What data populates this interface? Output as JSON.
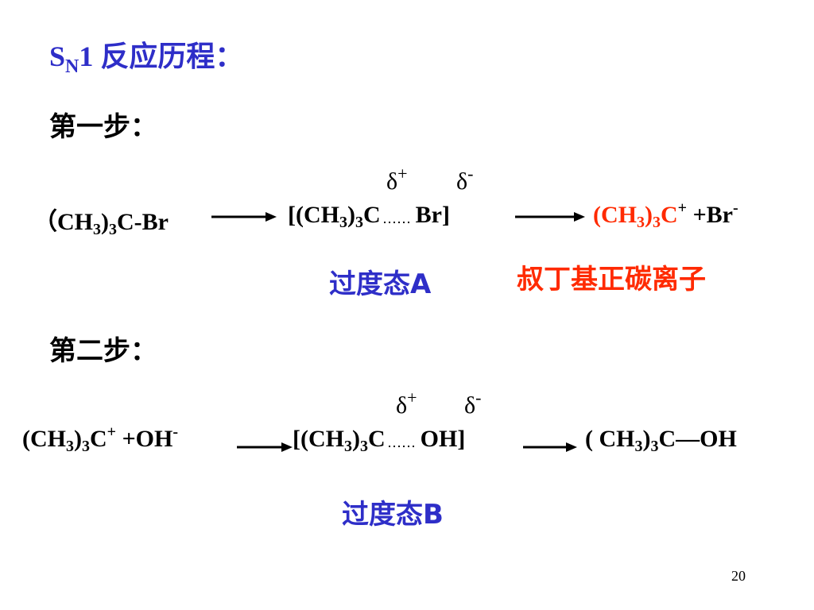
{
  "title": {
    "s": "S",
    "n": "N",
    "rest": "1 反应历程："
  },
  "step1": {
    "label": "第一步：",
    "delta_plus": "δ",
    "delta_minus": "δ",
    "plus_sign": "+",
    "minus_sign": "-",
    "reactant": {
      "paren_open": "（CH",
      "sub3a": "3",
      "close": ")",
      "sub3b": "3",
      "tail": "C-Br"
    },
    "transition": {
      "open": "[(CH",
      "sub3a": "3",
      "close": ")",
      "sub3b": "3",
      "c": "C",
      "br": "Br]"
    },
    "product": {
      "open": "(CH",
      "sub3a": "3",
      "close": ")",
      "sub3b": "3",
      "c": "C",
      "plus": "+",
      "br": " +Br",
      "minus": "-"
    },
    "ts_label": "过度态A",
    "carbocation_label": "叔丁基正碳离子"
  },
  "step2": {
    "label": "第二步：",
    "delta_plus": "δ",
    "delta_minus": "δ",
    "plus_sign": "+",
    "minus_sign": "-",
    "reactant": {
      "open": "(CH",
      "sub3a": "3",
      "close": ")",
      "sub3b": "3",
      "c": "C",
      "plus": "+",
      "oh": " +OH",
      "minus": "-"
    },
    "transition": {
      "open": "[(CH",
      "sub3a": "3",
      "close": ")",
      "sub3b": "3",
      "c": "C",
      "oh": "OH]"
    },
    "product": {
      "open": "( CH",
      "sub3a": "3",
      "close": ")",
      "sub3b": "3",
      "tail": "C—OH"
    },
    "ts_label": "过度态B"
  },
  "page_number": "20",
  "colors": {
    "title": "#2e2ec8",
    "ts_label": "#2e2ec8",
    "carbocation": "#ff2a00"
  }
}
